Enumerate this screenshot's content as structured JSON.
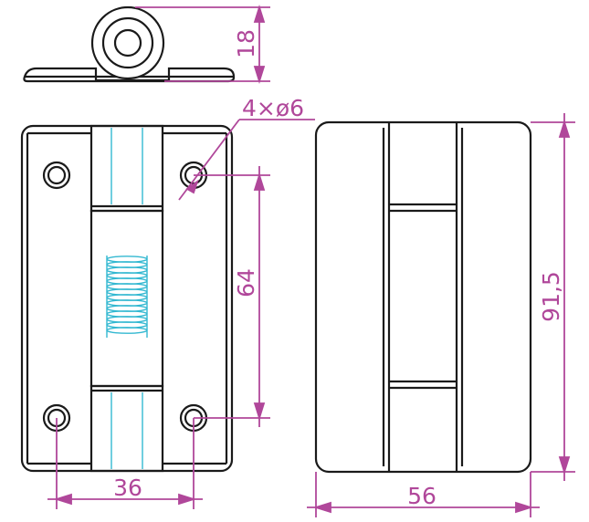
{
  "colors": {
    "outline": "#1a1a1a",
    "dimension": "#b0479a",
    "spring": "#33b8d1",
    "background": "#ffffff"
  },
  "dimensions": {
    "pin_height": "18",
    "holes": "4×ø6",
    "hole_spacing_vertical": "64",
    "overall_height": "91,5",
    "hole_spacing_horizontal": "36",
    "overall_width": "56"
  }
}
